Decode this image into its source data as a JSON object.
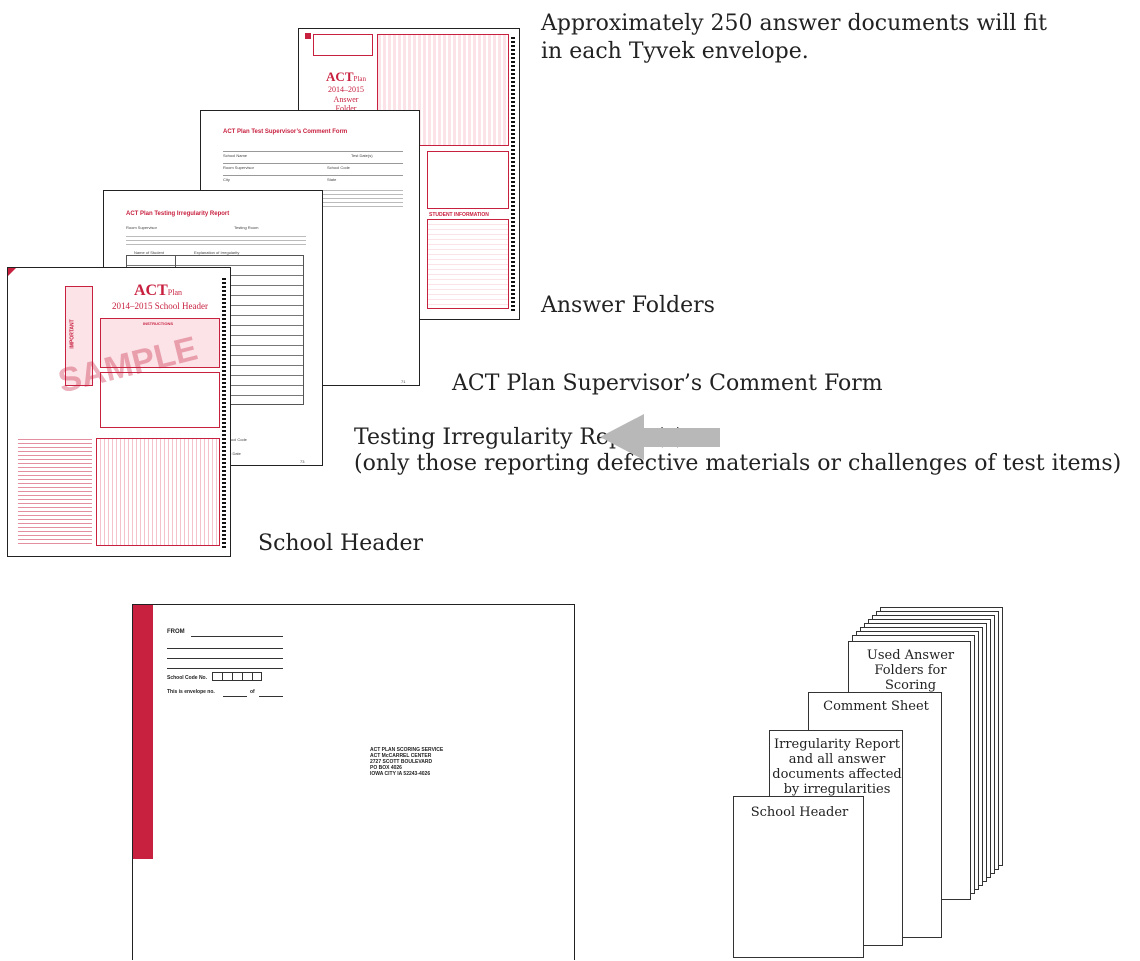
{
  "captions": {
    "capacity_note_line1": "Approximately 250 answer documents will fit",
    "capacity_note_line2": "in each Tyvek envelope.",
    "answer_folders": "Answer Folders",
    "comment_form": "ACT Plan Supervisor’s Comment Form",
    "irregularity_line1": "Testing Irregularity Report(s)",
    "irregularity_line2": "(only those reporting defective materials or challenges of test items)",
    "school_header": "School Header"
  },
  "answer_folder_doc": {
    "brand": "ACT",
    "brand_sub": "Plan",
    "year": "2014–2015",
    "title_line1": "Answer",
    "title_line2": "Folder",
    "section": "STUDENT INFORMATION"
  },
  "comment_form_doc": {
    "title": "ACT Plan Test Supervisor’s Comment Form",
    "field_school_name": "School Name",
    "field_test_dates": "Test Date(s)",
    "field_room_supervisor": "Room Supervisor",
    "field_school_code": "School Code",
    "field_city": "City",
    "field_state": "State",
    "page_number": "71"
  },
  "irregularity_doc": {
    "title": "ACT Plan Testing Irregularity Report",
    "field_room_supervisor": "Room Supervisor",
    "field_testing_room": "Testing Room",
    "col_student": "Name of Student",
    "col_explanation": "Explanation of Irregularity",
    "field_school_code": "School Code",
    "field_test_date": "Test Date",
    "page_number": "73"
  },
  "school_header_doc": {
    "brand": "ACT",
    "brand_sub": "Plan",
    "title": "2014–2015 School Header",
    "instructions_title": "INSTRUCTIONS",
    "watermark": "SAMPLE",
    "sidebar_note": "IMPORTANT"
  },
  "envelope": {
    "from_label": "FROM",
    "school_code_label": "School Code No.",
    "envelope_no_label": "This is envelope no.",
    "of_label": "of",
    "address_line1": "ACT PLAN SCORING SERVICE",
    "address_line2": "ACT McCARREL CENTER",
    "address_line3": "2727 SCOTT BOULEVARD",
    "address_line4": "PO BOX 4026",
    "address_line5": "IOWA CITY  IA  52243-4026"
  },
  "stack": {
    "used_line1": "Used Answer",
    "used_line2": "Folders for",
    "used_line3": "Scoring",
    "comment_sheet": "Comment Sheet",
    "irreg_line1": "Irregularity Report",
    "irreg_line2": "and all answer",
    "irreg_line3": "documents affected",
    "irreg_line4": "by irregularities",
    "school_header": "School Header"
  },
  "colors": {
    "accent_red": "#c8203f",
    "arrow_gray": "#b8b8b8"
  }
}
